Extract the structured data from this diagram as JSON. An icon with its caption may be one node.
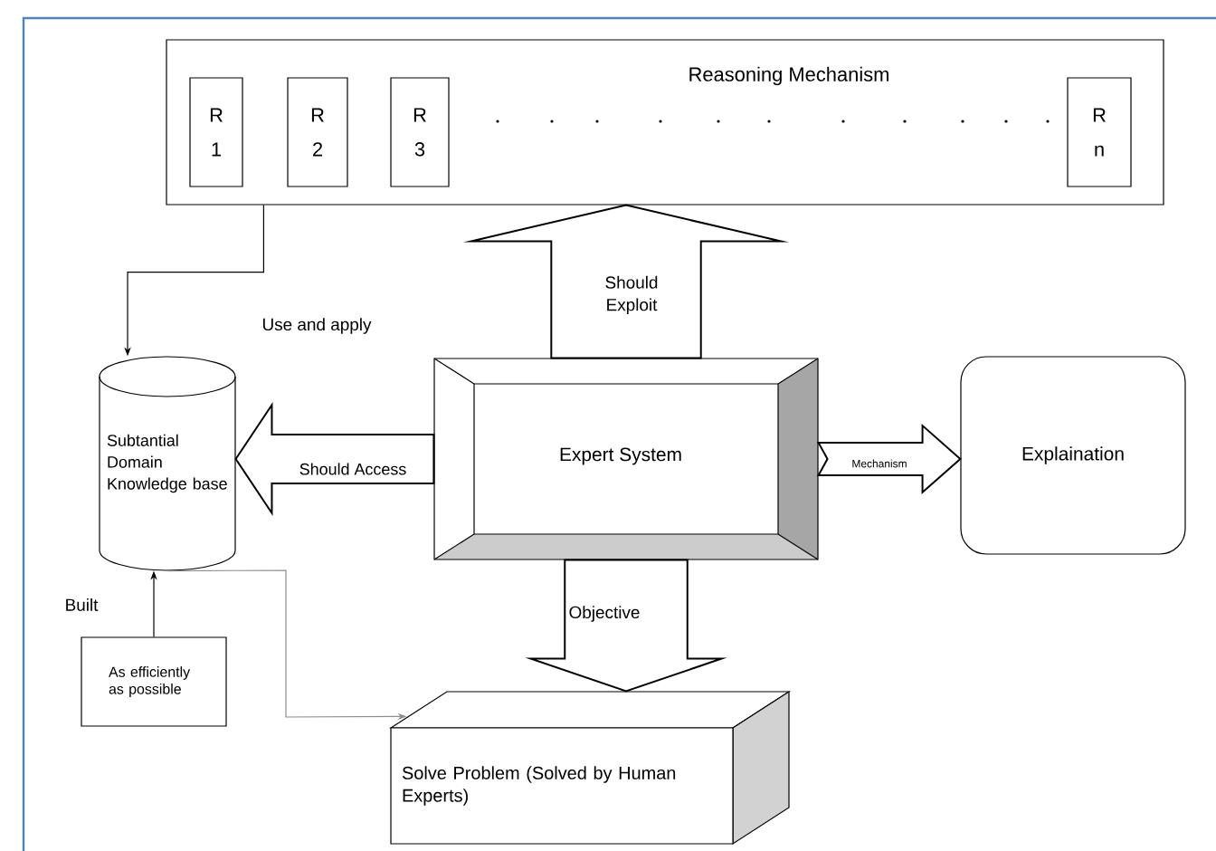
{
  "diagram": {
    "nodes": [
      {
        "text": [
          "Reasoning Mechanism"
        ]
      },
      {
        "text": [
          "R 1"
        ],
        "in": 0
      },
      {
        "text": [
          "R 2"
        ],
        "in": 0
      },
      {
        "text": [
          "R 3"
        ],
        "in": 0
      },
      {
        "text": [
          "R n"
        ],
        "in": 0
      },
      {
        "text": [
          "Expert System"
        ]
      },
      {
        "text": [
          "Subtantial Domain Knowledge base"
        ]
      },
      {
        "text": [
          "Explaination"
        ]
      },
      {
        "text": [
          "Solve Problem (Solved by Human Experts)"
        ]
      },
      {
        "text": [
          "As efficiently as possible"
        ]
      }
    ],
    "edges": [
      {
        "from": 5,
        "to": 0,
        "arrow": "to",
        "label": "Should Exploit",
        "style": "thick"
      },
      {
        "from": 5,
        "to": 6,
        "arrow": "to",
        "label": "Should Access",
        "style": "thick"
      },
      {
        "from": 5,
        "to": 7,
        "arrow": "to",
        "label": "Mechanism",
        "style": "thick"
      },
      {
        "from": 5,
        "to": 8,
        "arrow": "to",
        "label": "Objective",
        "style": "thick"
      },
      {
        "from": 0,
        "to": 6,
        "arrow": "to",
        "label": "Use and apply"
      },
      {
        "from": 9,
        "to": 6,
        "arrow": "to",
        "label": "Built"
      },
      {
        "from": 6,
        "to": 8,
        "arrow": "to",
        "color": "#8c8c8c"
      }
    ]
  }
}
